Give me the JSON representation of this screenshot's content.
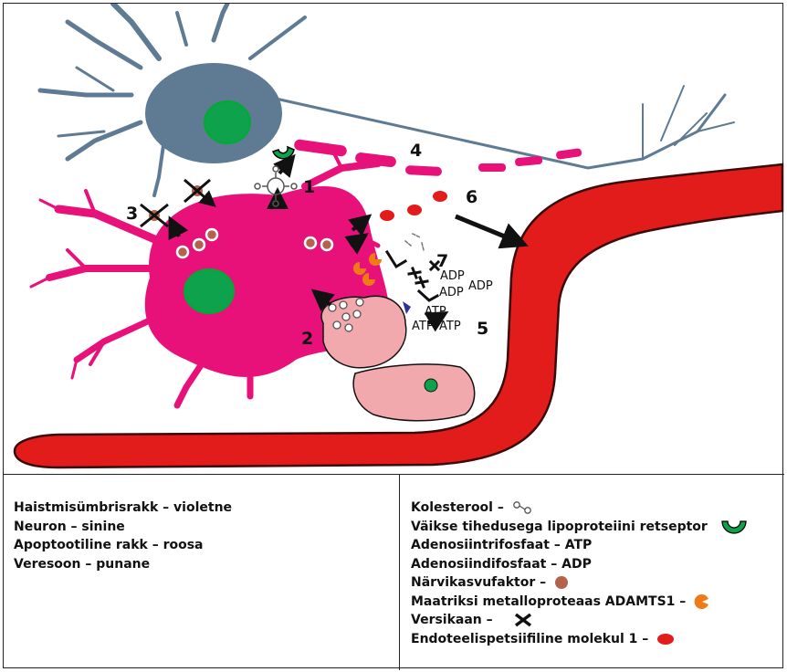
{
  "colors": {
    "neuron": "#5f7b93",
    "apoptotic": "#e8117a",
    "vessel": "#e21b1b",
    "nucleus": "#0da24b",
    "olfactory": "#f2a9ad",
    "nerve_growth_factor": "#b4624c",
    "adamts1": "#f07b16"
  },
  "labels": {
    "n1": "1",
    "n2": "2",
    "n3": "3",
    "n4": "4",
    "n5": "5",
    "n6": "6",
    "n7": "7"
  },
  "molecules": {
    "adp1": "ADP",
    "adp2": "ADP",
    "adp3": "ADP",
    "atp1": "ATP",
    "atp2": "ATP",
    "atp3": "ATP"
  },
  "legend": {
    "left": [
      "Haistmisümbrisrakk – violetne",
      "Neuron – sinine",
      "Apoptootiline rakk – roosa",
      "Veresoon – punane"
    ],
    "right": [
      {
        "text": "Kolesterool – ",
        "icon": "cholesterol-icon"
      },
      {
        "text": "Väikse tihedusega lipoproteiini retseptor",
        "icon": "ldl-receptor-icon"
      },
      {
        "text": "Adenosiintrifosfaat – ATP",
        "icon": ""
      },
      {
        "text": "Adenosiindifosfaat – ADP",
        "icon": ""
      },
      {
        "text": "Närvikasvufaktor – ",
        "icon": "nerve-growth-factor-icon"
      },
      {
        "text": "Maatriksi metalloproteaas ADAMTS1 – ",
        "icon": "adamts1-icon"
      },
      {
        "text": "Versikaan – ",
        "icon": "versican-icon"
      },
      {
        "text": "Endoteelispetsiifiline molekul 1 – ",
        "icon": "endothelial-molecule-icon"
      }
    ]
  }
}
